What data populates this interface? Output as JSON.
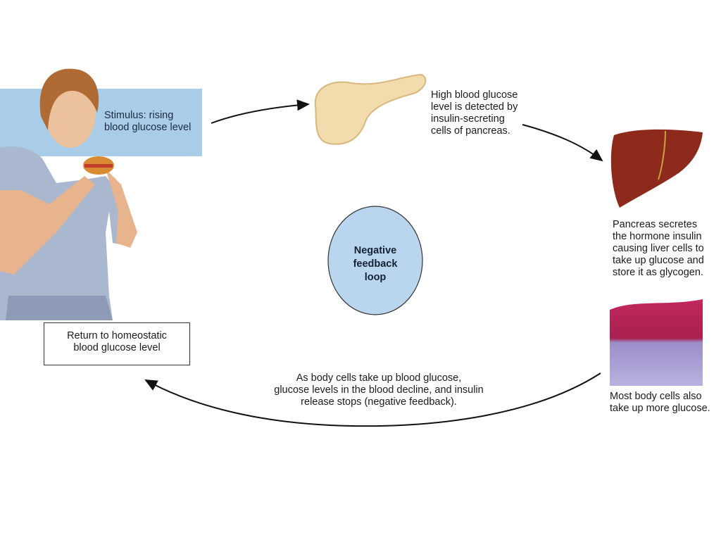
{
  "stimulus": {
    "line1": "Stimulus: rising",
    "line2": "blood glucose level"
  },
  "pancreas": {
    "lines": [
      "High blood glucose",
      "level is detected by",
      "insulin-secreting",
      "cells of pancreas."
    ]
  },
  "liver": {
    "lines": [
      "Pancreas secretes",
      "the hormone insulin",
      "causing liver cells to",
      "take up glucose and",
      "store it as glycogen."
    ]
  },
  "body_cells": {
    "lines": [
      "Most body cells also",
      "take up more glucose."
    ]
  },
  "center": {
    "lines": [
      "Negative",
      "feedback",
      "loop"
    ]
  },
  "feedback": {
    "lines": [
      "As body cells take up blood glucose,",
      "glucose levels in the blood decline, and insulin",
      "release stops (negative feedback)."
    ]
  },
  "return": {
    "lines": [
      "Return to homeostatic",
      "blood glucose level"
    ]
  },
  "colors": {
    "stimulus_box": "#a9cde8",
    "loop_circle": "#b9d6ee",
    "liver": "#8e2a1c",
    "pancreas": "#f2dcae"
  }
}
